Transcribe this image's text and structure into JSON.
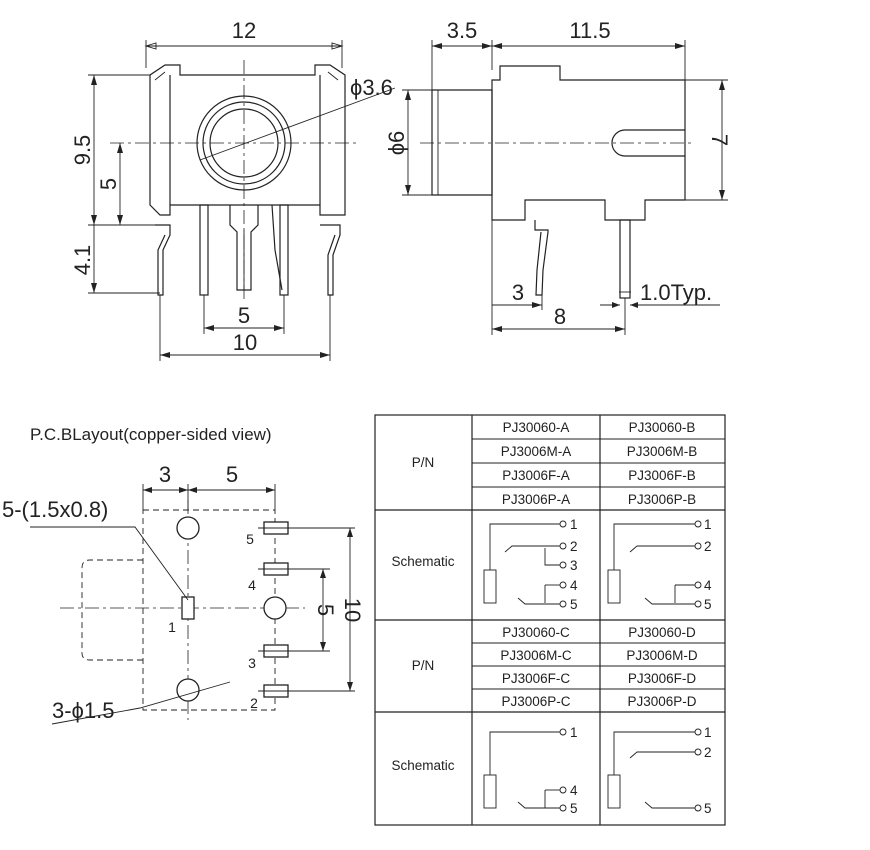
{
  "front_view": {
    "width_label": "12",
    "height_label": "9.5",
    "center_label": "5",
    "pin_length_label": "4.1",
    "hole_label": "ϕ3.6",
    "inner_pitch_label": "5",
    "outer_pitch_label": "10"
  },
  "side_view": {
    "front_depth_label": "3.5",
    "body_depth_label": "11.5",
    "diameter_label": "ϕ6",
    "height_label": "7",
    "pin_offset_label": "3",
    "pin_pitch_label": "8",
    "pin_width_label": "1.0Typ."
  },
  "pcb_layout": {
    "title": "P.C.BLayout(copper-sided view)",
    "top_dim_a": "3",
    "top_dim_b": "5",
    "slot_label": "5-(1.5x0.8)",
    "hole_label": "3-ϕ1.5",
    "inner_dim": "5",
    "outer_dim": "10",
    "pin_numbers": [
      "5",
      "4",
      "1",
      "3",
      "2"
    ]
  },
  "table": {
    "pn_label": "P/N",
    "schematic_label": "Schematic",
    "group1_col1": [
      "PJ30060-A",
      "PJ3006M-A",
      "PJ3006F-A",
      "PJ3006P-A"
    ],
    "group1_col2": [
      "PJ30060-B",
      "PJ3006M-B",
      "PJ3006F-B",
      "PJ3006P-B"
    ],
    "group2_col1": [
      "PJ30060-C",
      "PJ3006M-C",
      "PJ3006F-C",
      "PJ3006P-C"
    ],
    "group2_col2": [
      "PJ30060-D",
      "PJ3006M-D",
      "PJ3006F-D",
      "PJ3006P-D"
    ],
    "schem_a_pins": [
      "1",
      "2",
      "3",
      "4",
      "5"
    ],
    "schem_b_pins": [
      "1",
      "2",
      "4",
      "5"
    ],
    "schem_c_pins": [
      "1",
      "4",
      "5"
    ],
    "schem_d_pins": [
      "1",
      "2",
      "5"
    ]
  }
}
